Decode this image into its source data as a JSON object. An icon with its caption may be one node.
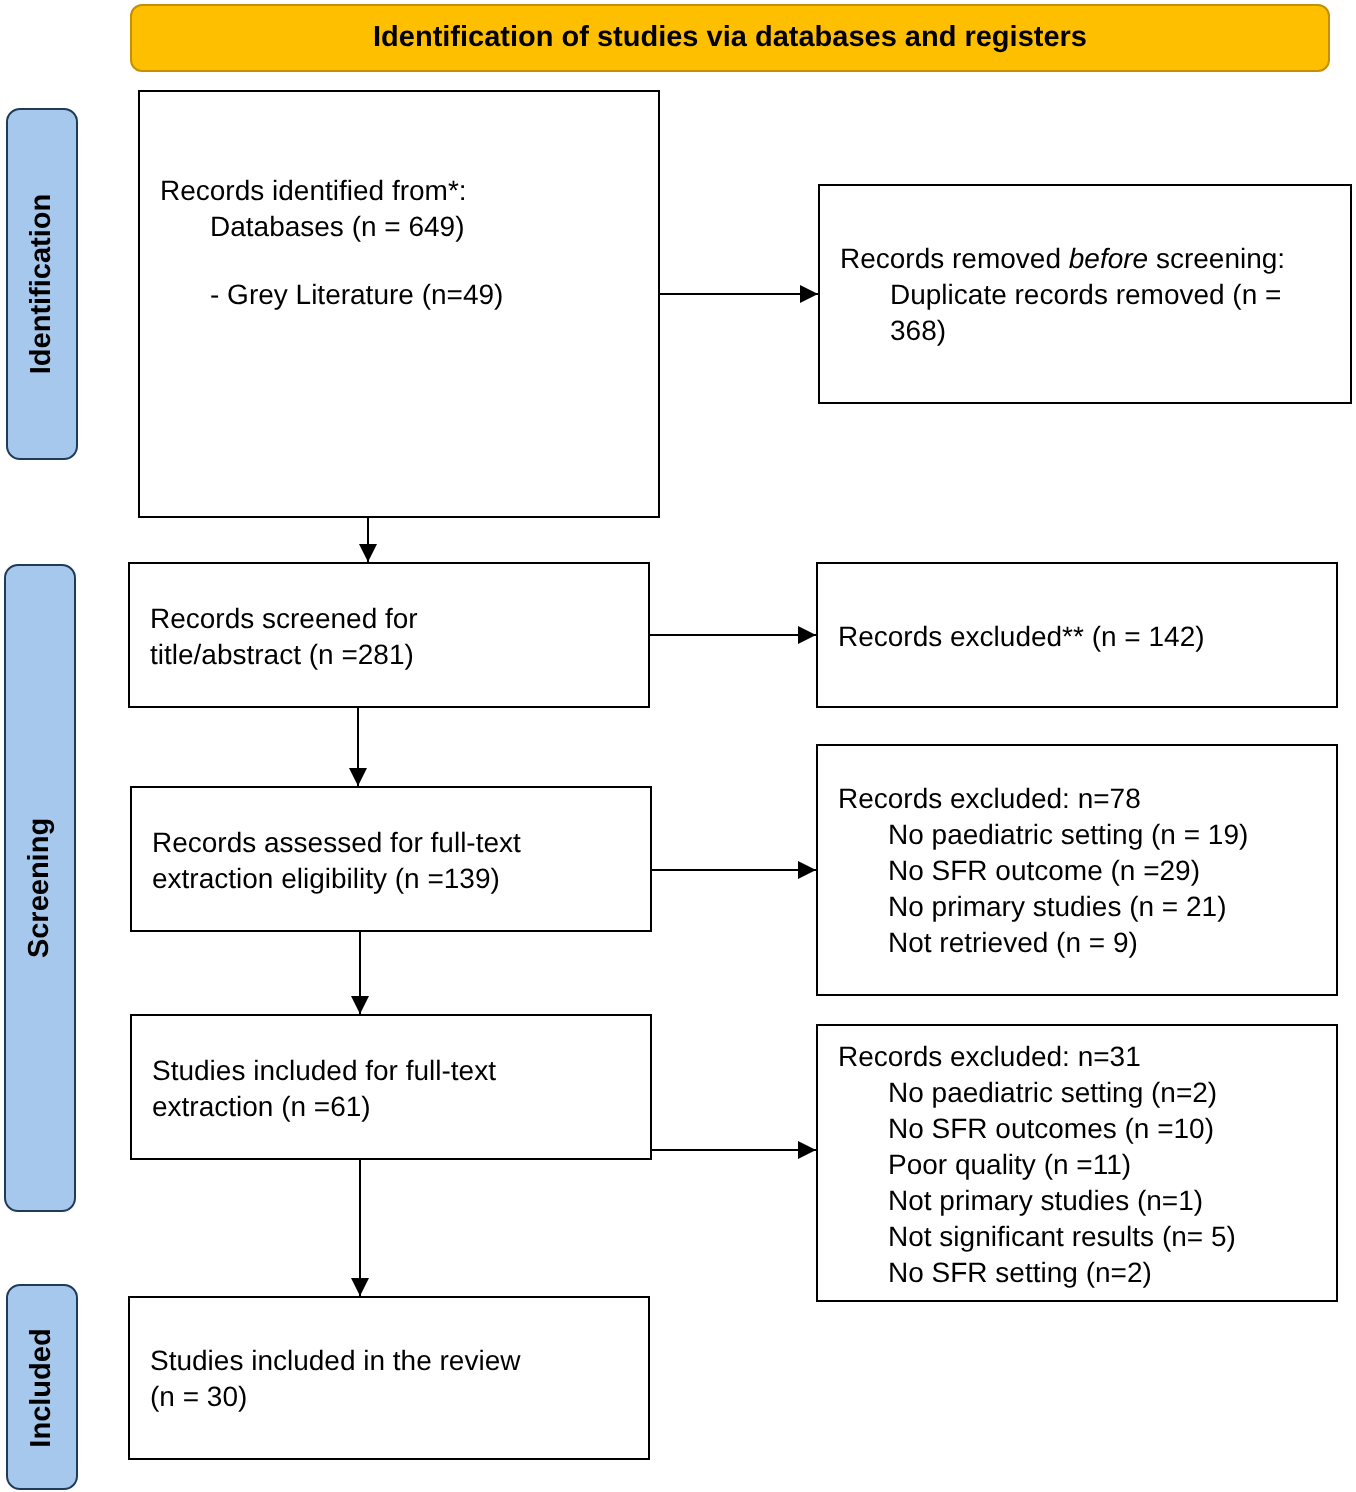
{
  "diagram": {
    "nodes": [
      {
        "text": [
          "Identification of studies via databases and registers"
        ]
      },
      {
        "text": [
          "Identification"
        ]
      },
      {
        "text": [
          "Screening"
        ]
      },
      {
        "text": [
          "Included"
        ]
      },
      {
        "text": [
          "Records identified from*:",
          "Databases (n = 649)",
          "- Grey Literature (n=49)"
        ]
      },
      {
        "text": [
          "Records removed *before* screening:",
          "Duplicate records removed (n = 368)"
        ]
      },
      {
        "text": [
          "Records screened for title/abstract (n =281)"
        ]
      },
      {
        "text": [
          "Records excluded** (n = 142)"
        ]
      },
      {
        "text": [
          "Records assessed for full-text extraction eligibility (n =139)"
        ]
      },
      {
        "text": [
          "Records excluded: n=78",
          "No paediatric setting (n = 19)",
          "No SFR outcome (n =29)",
          "No primary studies (n = 21)",
          "Not retrieved (n = 9)"
        ]
      },
      {
        "text": [
          "Studies included for full-text extraction (n =61)"
        ]
      },
      {
        "text": [
          "Records excluded: n=31",
          "No paediatric setting (n=2)",
          "No SFR outcomes (n =10)",
          "Poor quality (n =11)",
          "Not primary studies (n=1)",
          "Not significant results (n= 5)",
          "No SFR setting (n=2)"
        ]
      },
      {
        "text": [
          "Studies included in the review (n = 30)"
        ]
      }
    ],
    "edges": [
      {
        "from": 4,
        "to": 6,
        "arrow": "to"
      },
      {
        "from": 4,
        "to": 5,
        "arrow": "to"
      },
      {
        "from": 6,
        "to": 7,
        "arrow": "to"
      },
      {
        "from": 6,
        "to": 8,
        "arrow": "to"
      },
      {
        "from": 8,
        "to": 9,
        "arrow": "to"
      },
      {
        "from": 8,
        "to": 10,
        "arrow": "to"
      },
      {
        "from": 10,
        "to": 11,
        "arrow": "to"
      },
      {
        "from": 10,
        "to": 12,
        "arrow": "to"
      }
    ]
  }
}
